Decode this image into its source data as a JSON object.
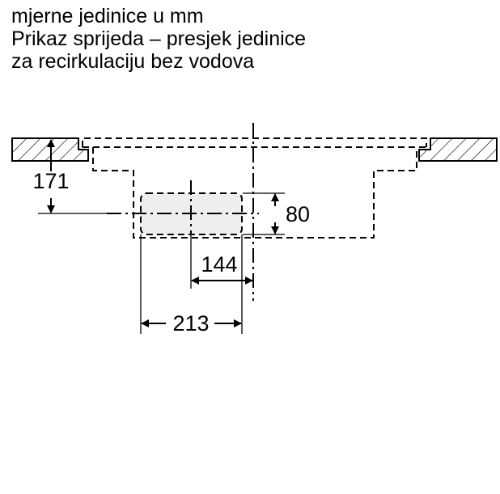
{
  "title": {
    "line1": "mjerne jedinice u mm",
    "line2": "Prikaz sprijeda – presjek jedinice",
    "line3": "za recirkulaciju bez vodova"
  },
  "dimensions": {
    "height_from_top": "171",
    "outlet_height": "80",
    "offset_center": "144",
    "outlet_width": "213"
  }
}
